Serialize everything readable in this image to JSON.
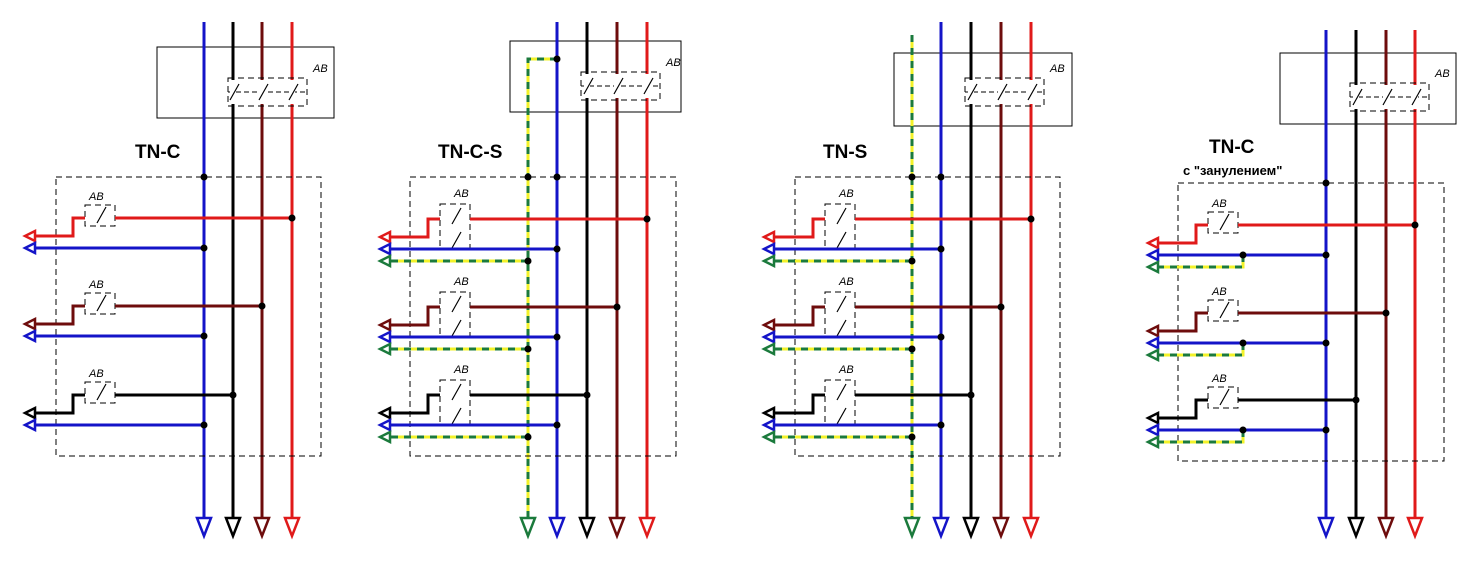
{
  "colors": {
    "neutral": "#1414c8",
    "l1": "#e01a1a",
    "l2": "#6e0c0c",
    "l3": "#000000",
    "pe_green": "#1b7a3c",
    "pe_yellow": "#f2f22a"
  },
  "panels": [
    {
      "title": "TN-C",
      "subtitle": null,
      "main_breaker_label": "АВ",
      "branch_breaker_labels": [
        "АВ",
        "АВ",
        "АВ"
      ]
    },
    {
      "title": "TN-C-S",
      "subtitle": null,
      "main_breaker_label": "АВ",
      "branch_breaker_labels": [
        "АВ",
        "АВ",
        "АВ"
      ]
    },
    {
      "title": "TN-S",
      "subtitle": null,
      "main_breaker_label": "АВ",
      "branch_breaker_labels": [
        "АВ",
        "АВ",
        "АВ"
      ]
    },
    {
      "title": "TN-C",
      "subtitle": "с \"занулением\"",
      "main_breaker_label": "АВ",
      "branch_breaker_labels": [
        "АВ",
        "АВ",
        "АВ"
      ]
    }
  ]
}
